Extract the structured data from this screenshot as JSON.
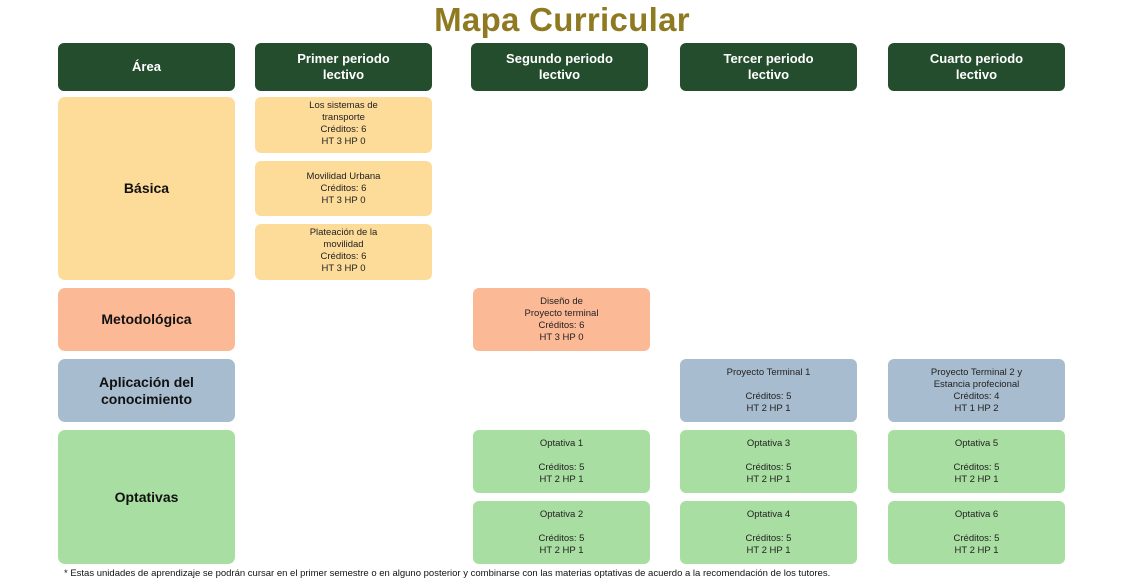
{
  "title": "Mapa Curricular",
  "headers": {
    "area": "Área",
    "p1": [
      "Primer periodo",
      "lectivo"
    ],
    "p2": [
      "Segundo periodo",
      "lectivo"
    ],
    "p3": [
      "Tercer periodo",
      "lectivo"
    ],
    "p4": [
      "Cuarto periodo",
      "lectivo"
    ]
  },
  "areas": {
    "basica": "Básica",
    "metodologica": "Metodológica",
    "aplicacion": [
      "Aplicación del",
      "conocimiento"
    ],
    "optativas": "Optativas"
  },
  "courses": {
    "transporte": [
      "Los sistemas de",
      "transporte",
      "Créditos: 6",
      "HT 3 HP 0"
    ],
    "movilidad": [
      "Movilidad Urbana",
      "Créditos: 6",
      "HT 3 HP 0"
    ],
    "planeacion": [
      "Plateación de la",
      "movilidad",
      "Créditos: 6",
      "HT 3 HP 0"
    ],
    "diseno": [
      "Diseño de",
      "Proyecto terminal",
      "Créditos: 6",
      "HT 3 HP 0"
    ],
    "pt1": [
      "Proyecto Terminal 1",
      "",
      "Créditos: 5",
      "HT 2 HP 1"
    ],
    "pt2": [
      "Proyecto Terminal 2 y",
      "Estancia profecional",
      "Créditos: 4",
      "HT 1 HP 2"
    ],
    "opt1": [
      "Optativa 1",
      "",
      "Créditos: 5",
      "HT 2 HP 1"
    ],
    "opt2": [
      "Optativa 2",
      "",
      "Créditos: 5",
      "HT 2 HP 1"
    ],
    "opt3": [
      "Optativa 3",
      "",
      "Créditos: 5",
      "HT 2 HP 1"
    ],
    "opt4": [
      "Optativa 4",
      "",
      "Créditos: 5",
      "HT 2 HP 1"
    ],
    "opt5": [
      "Optativa 5",
      "",
      "Créditos: 5",
      "HT 2 HP 1"
    ],
    "opt6": [
      "Optativa 6",
      "",
      "Créditos: 5",
      "HT 2 HP 1"
    ]
  },
  "footnote": "* Estas unidades de aprendizaje se podrán cursar en el primer semestre o en alguno posterior y combinarse con las materias optativas de acuerdo a la recomendación de los tutores.",
  "colors": {
    "title": "#8f7a22",
    "header": "#244d2e",
    "basica": "#fddc9a",
    "metodologica": "#fcb995",
    "aplicacion": "#a7bcce",
    "optativas": "#a9dea2"
  }
}
